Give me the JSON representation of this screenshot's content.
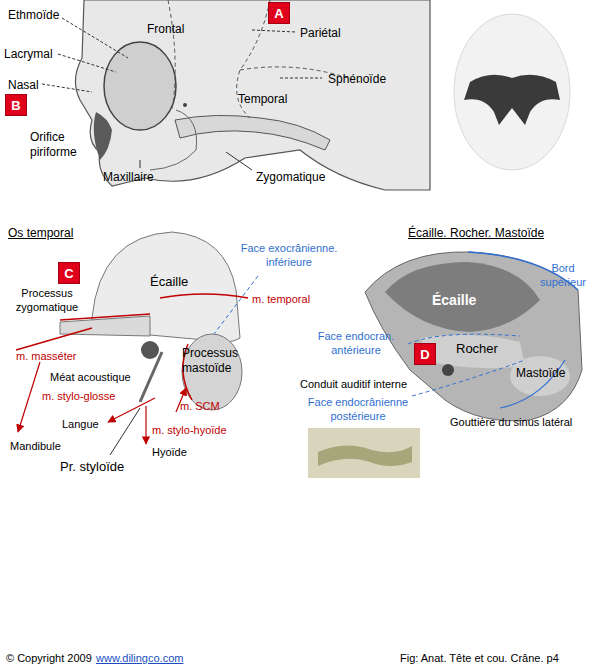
{
  "diagram": {
    "caption": "Fig: Anat. Tête et cou. Crâne. p4",
    "nodes": [
      {
        "text": [
          "A"
        ]
      },
      {
        "text": [
          "B"
        ]
      },
      {
        "text": [
          "C"
        ]
      },
      {
        "text": [
          "D"
        ]
      }
    ],
    "labels": [
      "Ethmoïde",
      "Frontal",
      "Pariétal",
      "Lacrymal",
      "Nasal",
      "Sphénoïde",
      "Orifice piriforme",
      "Temporal",
      "Maxillaire",
      "Zygomatique",
      "Os temporal",
      "Écaille. Rocher. Mastoïde",
      "Face exocrânienne. inférieure",
      "Processus zygomatique",
      "Écaille",
      "m. temporal",
      "Bord supérieur",
      "Écaille",
      "Face endocran. antérieure",
      "Rocher",
      "m. masséter",
      "Méat acoustique",
      "Processus mastoïde",
      "m. stylo-glosse",
      "Conduit auditif interne",
      "Mastoïde",
      "Langue",
      "m. SCM",
      "Face endocrânienne postérieure",
      "Gouttière du sinus latéral",
      "Mandibule",
      "m. stylo-hyoïde",
      "Hyoïde",
      "Pr. styloïde",
      "© Copyright 2009",
      "www.dilingco.com"
    ]
  }
}
